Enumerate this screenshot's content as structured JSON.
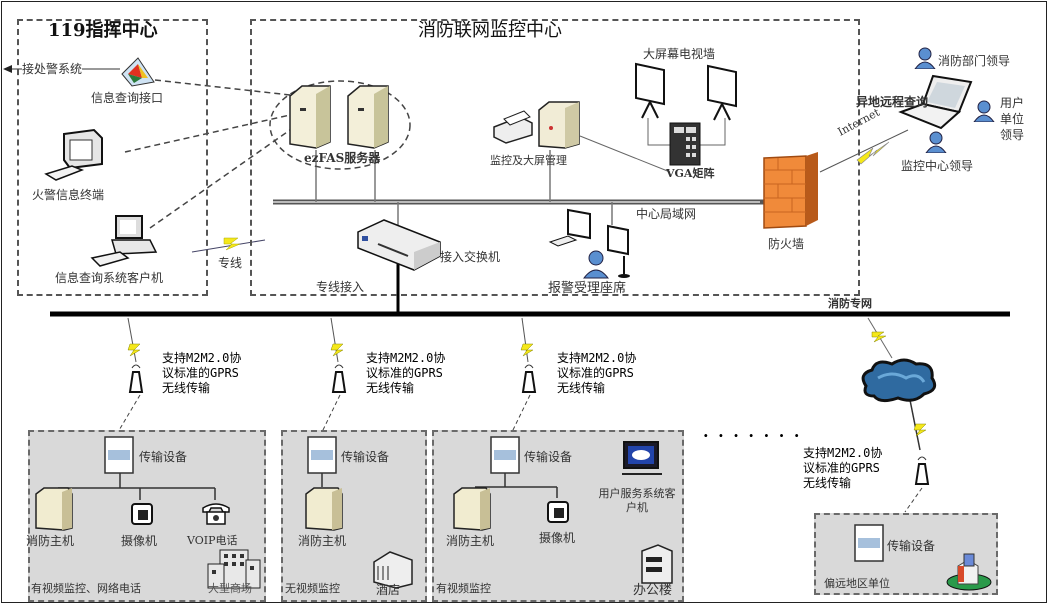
{
  "command_center": {
    "title": "119指挥中心",
    "alarm_system": "接处警系统",
    "info_query_interface": "信息查询接口",
    "fire_terminal": "火警信息终端",
    "query_client": "信息查询系统客户机"
  },
  "monitor_center": {
    "title": "消防联网监控中心",
    "server": "ezFAS服务器",
    "monitor_mgmt": "监控及大屏管理",
    "tv_wall": "大屏幕电视墙",
    "vga_matrix": "VGA矩阵",
    "lan": "中心局域网",
    "firewall": "防火墙",
    "access_switch": "接入交换机",
    "dedicated_access": "专线接入",
    "alarm_seat": "报警受理座席"
  },
  "links": {
    "dedicated_line": "专线",
    "internet": "Internet",
    "fire_network": "消防专网"
  },
  "remote": {
    "remote_query": "异地远程查询",
    "fire_dept_leader": "消防部门领导",
    "user_unit_leader": "用户单位领导",
    "monitor_leader": "监控中心领导"
  },
  "gprs_text": [
    "支持M2M2.0协",
    "议标准的GPRS",
    "无线传输"
  ],
  "ellipsis": "· · · · · · ·",
  "sites": [
    {
      "caption": "有视频监控、网络电话",
      "transmitter": "传输设备",
      "fire_host": "消防主机",
      "camera": "摄像机",
      "voip": "VOIP电话",
      "building": "大型商场"
    },
    {
      "caption": "无视频监控",
      "transmitter": "传输设备",
      "fire_host": "消防主机",
      "building": "酒店"
    },
    {
      "caption": "有视频监控",
      "transmitter": "传输设备",
      "fire_host": "消防主机",
      "camera": "摄像机",
      "client": "用户服务系统客户机",
      "building": "办公楼"
    },
    {
      "caption": "偏远地区单位",
      "transmitter": "传输设备"
    }
  ]
}
